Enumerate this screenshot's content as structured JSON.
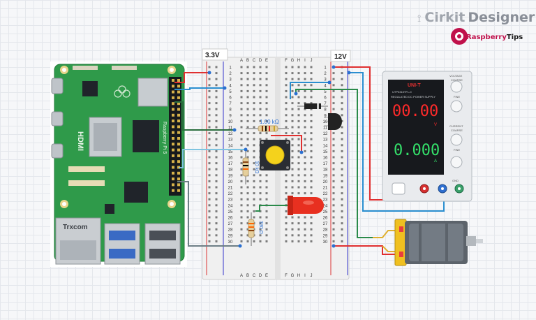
{
  "brand": {
    "cirkit": "Cirkit",
    "designer": "Designer",
    "tips_a": "Raspberry",
    "tips_b": "Tips"
  },
  "labels": {
    "v33": "3.3V",
    "v12": "12V",
    "resistor_top": "1.00 kΩ",
    "resistor_left": "10 kΩ",
    "resistor_bottom": "330 Ω"
  },
  "breadboard": {
    "cols_left": [
      "A",
      "B",
      "C",
      "D",
      "E"
    ],
    "cols_right": [
      "F",
      "G",
      "H",
      "I",
      "J"
    ],
    "rows": 30
  },
  "pi": {
    "brand": "Raspberry Pi 5",
    "hdmi": "HDMI",
    "trxcom": "Trxcom",
    "logo": "Raspberry Pi"
  },
  "psu": {
    "model": "UTP3315TFL-II",
    "title": "REGULATED DC POWER SUPPLY",
    "voltage": "00.00",
    "current": "0.000",
    "v_unit": "V",
    "a_unit": "A",
    "brand": "UNI-T",
    "voltage_label": "VOLTAGE",
    "current_label": "CURRENT",
    "coarse": "COARSE",
    "fine": "FINE",
    "gnd": "GND"
  },
  "colors": {
    "wire_red": "#e03030",
    "wire_blue": "#2b8fd0",
    "wire_green": "#2a8a4a",
    "wire_lightblue": "#7fc4e0",
    "wire_gray": "#6d7f86",
    "wire_yellow": "#e0b030",
    "led": "#e83020"
  }
}
